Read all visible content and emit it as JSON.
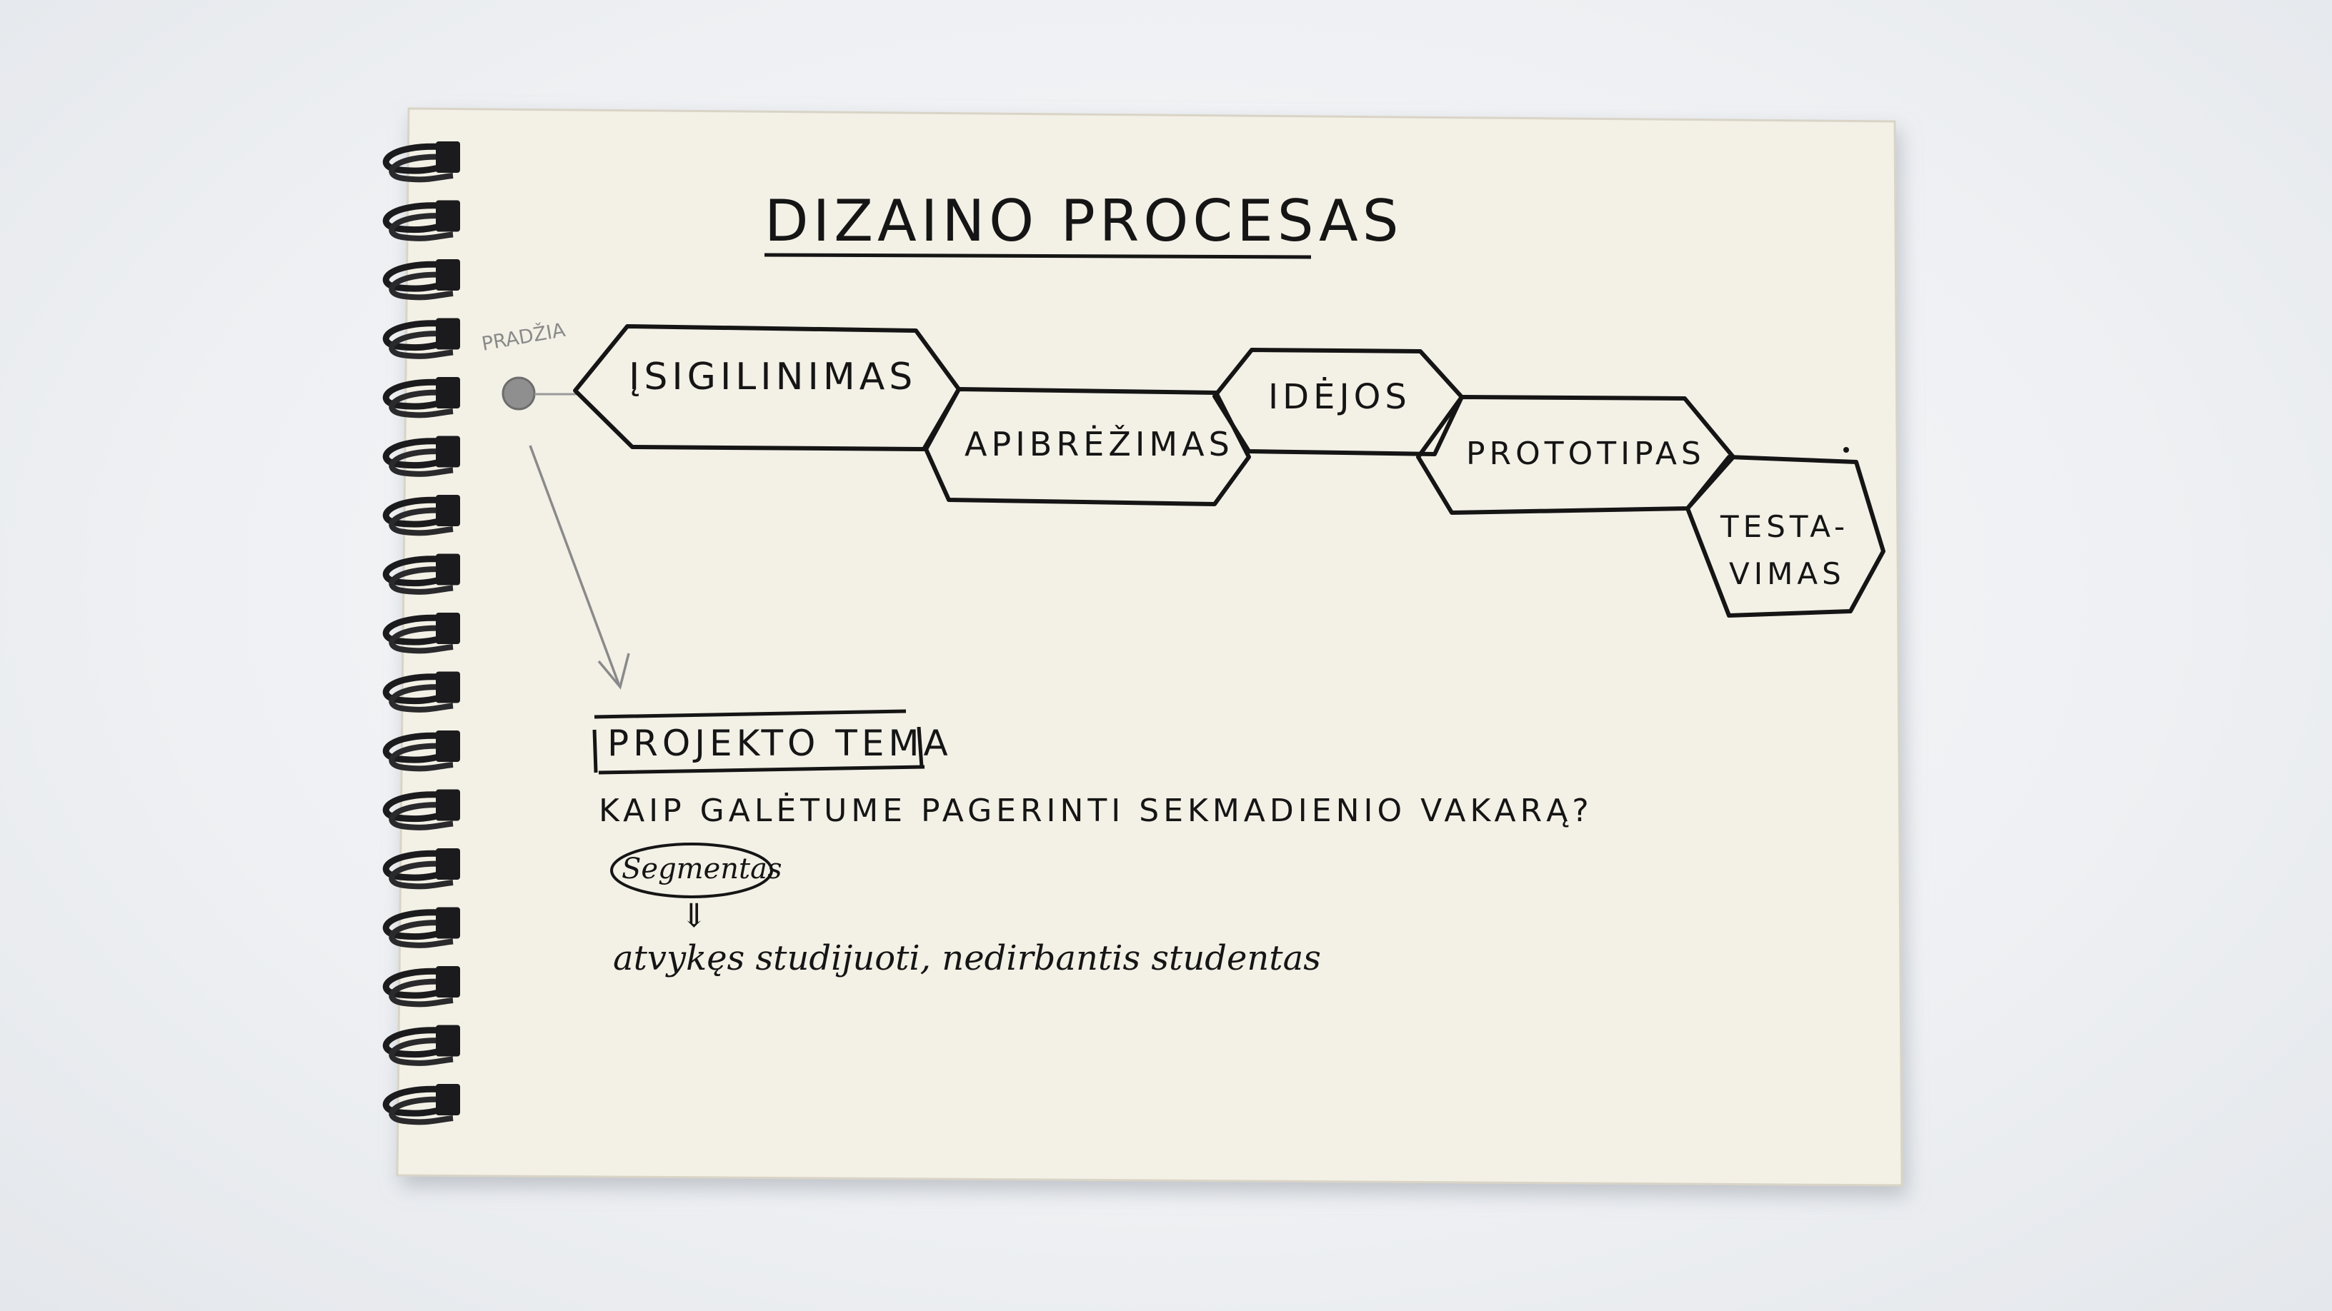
{
  "notebook": {
    "title": "DIZAINO PROCESAS",
    "start_label": "PRADŽIA",
    "process_steps": [
      {
        "label": "ĮSIGILINIMAS"
      },
      {
        "label": "APIBRĖŽIMAS"
      },
      {
        "label": "IDĖJOS"
      },
      {
        "label": "PROTOTIPAS"
      },
      {
        "label_line1": "TESTA-",
        "label_line2": "VIMAS"
      }
    ],
    "project_topic_label": "PROJEKTO TEMA",
    "question": "KAIP GALĖTUME PAGERINTI SEKMADIENIO VAKARĄ?",
    "segment_label": "Segmentas",
    "segment_arrow": "⇓",
    "segment_value": "atvykęs studijuoti, nedirbantis studentas"
  },
  "colors": {
    "paper": "#f3f0e6",
    "ink": "#151515",
    "pencil": "#8a8a8a",
    "spiral": "#1b1b1d",
    "background": "#eef0f3"
  }
}
